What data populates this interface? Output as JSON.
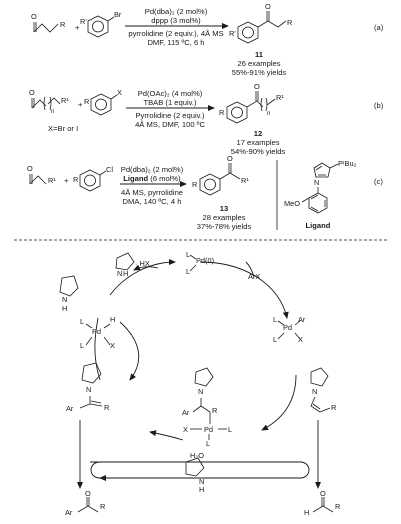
{
  "reaction_a": {
    "plus": "+",
    "aldehyde_r": "R",
    "aryl_sub": "R'",
    "halogen": "Br",
    "cond_top_1": "Pd(dba)₂ (2 mol%)",
    "cond_top_2": "dppp (3 mol%)",
    "cond_bottom_1": "pyrrolidine (2 equiv.), 4Å MS",
    "cond_bottom_2": "DMF, 115 ºC, 6 h",
    "product_sub": "R'",
    "product_r": "R",
    "compound_no": "11",
    "examples": "26 examples",
    "yields": "55%-91% yields",
    "tag": "(a)"
  },
  "reaction_b": {
    "plus": "+",
    "aldehyde_r": "R¹",
    "chain_n": "n",
    "aryl_sub": "R",
    "halogen": "X",
    "x_def": "X=Br or I",
    "cond_top_1": "Pd(OAc)₂ (4 mol%)",
    "cond_top_2": "TBAB (1 equiv.)",
    "cond_bottom_1": "Pyrrolidine (2 equiv.)",
    "cond_bottom_2": "4Å MS, DMF, 100 ºC",
    "product_sub": "R",
    "product_r": "R¹",
    "product_n": "n",
    "compound_no": "12",
    "examples": "17 examples",
    "yields": "54%-90% yields",
    "tag": "(b)"
  },
  "reaction_c": {
    "plus": "+",
    "aldehyde_r": "R¹",
    "aryl_sub": "R",
    "halogen": "Cl",
    "cond_top_1": "Pd(dba)₂ (2 mol%)",
    "cond_top_2_bold": "Ligand",
    "cond_top_2_rest": " (6 mol%)",
    "cond_bottom_1": "4Å MS, pyrrolidine",
    "cond_bottom_2": "DMA, 140 ºC, 4 h",
    "product_sub": "R",
    "product_r": "R¹",
    "compound_no": "13",
    "examples": "28 examples",
    "yields": "37%-78% yields",
    "ligand_p": "PᵗBu₂",
    "ligand_n": "N",
    "ligand_ome": "MeO",
    "ligand_label": "Ligand",
    "tag": "(c)"
  },
  "cycle": {
    "pd0_l1": "L",
    "pd0": "Pd(0)",
    "pd0_l2": "L",
    "hx_salt": "· HX",
    "nh_salt": "N",
    "nh_salt_h": "H",
    "arx": "ArX",
    "oa_l1": "L",
    "oa_pd": "Pd",
    "oa_ar": "Ar",
    "oa_l2": "L",
    "oa_x": "X",
    "pdh_l1": "L",
    "pdh_pd": "Pd",
    "pdh_h": "H",
    "pdh_l2": "L",
    "pdh_x": "X",
    "pyrrolidine_n": "N",
    "pyrrolidine_h": "H",
    "enamine_n": "N",
    "enamine_r": "R",
    "insert_n": "N",
    "insert_ar": "Ar",
    "insert_r": "R",
    "insert_x": "X",
    "insert_pd": "Pd",
    "insert_l1": "L",
    "insert_l2": "L",
    "prod_en_n": "N",
    "prod_en_ar": "Ar",
    "prod_en_r": "R",
    "h2o": "H₂O",
    "mid_n": "N",
    "mid_h": "H",
    "prod_ketone_ar": "Ar",
    "prod_ketone_r": "R",
    "prod_ald_h": "H",
    "prod_ald_r": "R",
    "o": "O"
  }
}
